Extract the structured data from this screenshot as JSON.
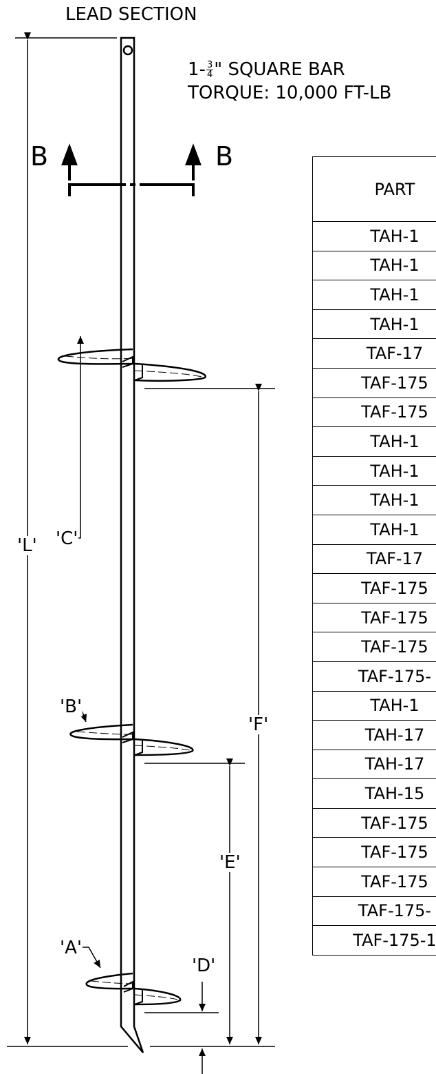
{
  "title": "LEAD SECTION",
  "spec": {
    "bar_prefix": "1-",
    "bar_frac_num": "3",
    "bar_frac_den": "4",
    "bar_suffix": "\" SQUARE BAR",
    "torque": "TORQUE: 10,000 FT-LB"
  },
  "section": {
    "left": "B",
    "right": "B"
  },
  "dims": {
    "C": "'C'",
    "B": "'B'",
    "A": "'A'",
    "D": "'D'",
    "L": "'L'",
    "F": "'F'",
    "E": "'E'"
  },
  "table": {
    "header": "PART",
    "rows": [
      "TAH-1",
      "TAH-1",
      "TAH-1",
      "TAH-1",
      "TAF-17",
      "TAF-175",
      "TAF-175",
      "TAH-1",
      "TAH-1",
      "TAH-1",
      "TAH-1",
      "TAF-17",
      "TAF-175",
      "TAF-175",
      "TAF-175",
      "TAF-175-",
      "TAH-1",
      "TAH-17",
      "TAH-17",
      "TAH-15",
      "TAF-175",
      "TAF-175",
      "TAF-175",
      "TAF-175-",
      "TAF-175-1"
    ]
  }
}
